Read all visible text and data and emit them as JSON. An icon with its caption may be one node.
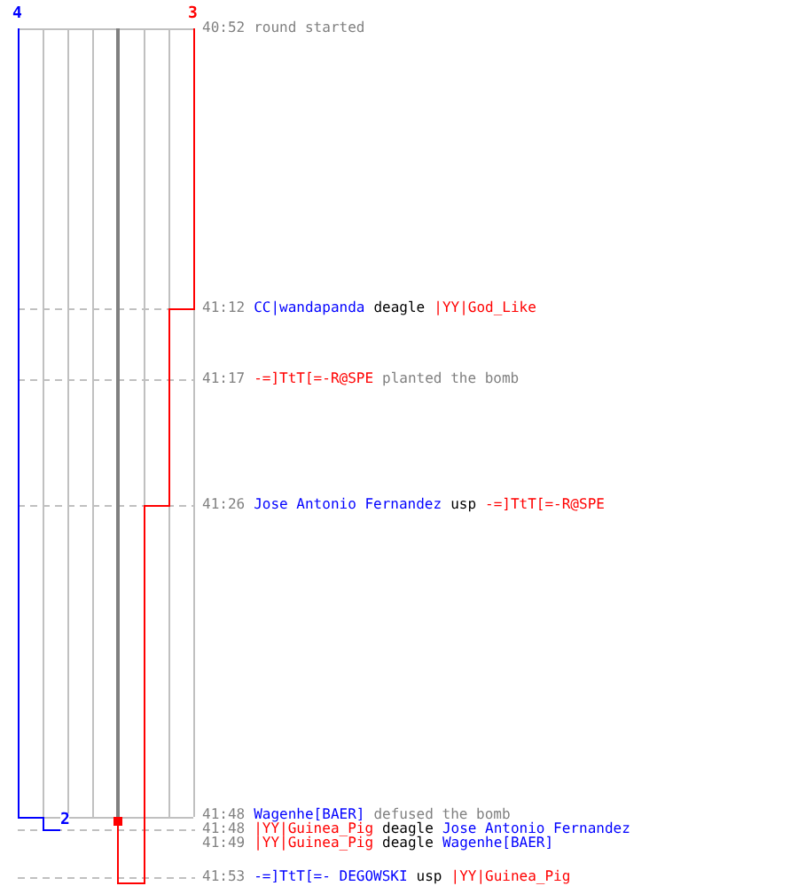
{
  "diagram": {
    "labels": [
      "4",
      "3",
      "40:52",
      "round started",
      "41:12",
      "CC|wandapanda",
      "deagle",
      "|YY|God_Like",
      "41:17",
      "-=]TtT[=-R@SPE",
      "planted the bomb",
      "41:26",
      "Jose Antonio Fernandez",
      "usp",
      "-=]TtT[=-R@SPE",
      "2",
      "41:48",
      "Wagenhe[BAER]",
      "defused the bomb",
      "41:48",
      "|YY|Guinea_Pig",
      "deagle",
      "Jose Antonio Fernandez",
      "41:49",
      "|YY|Guinea_Pig",
      "deagle",
      "Wagenhe[BAER]",
      "41:53",
      "-=]TtT[=- DEGOWSKI",
      "usp",
      "|YY|Guinea_Pig"
    ]
  }
}
